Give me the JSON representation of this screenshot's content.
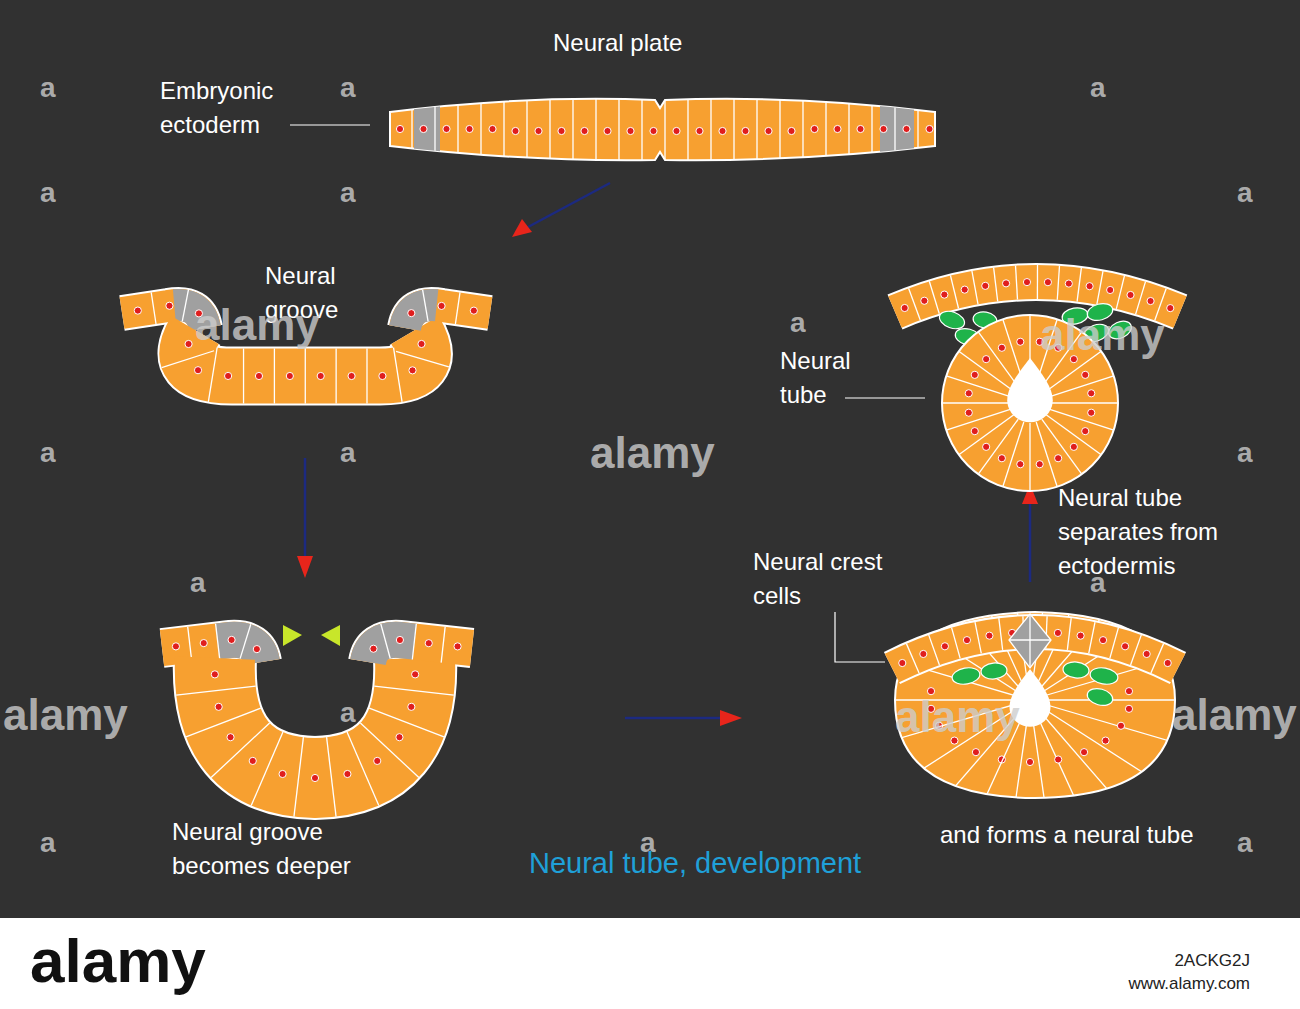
{
  "diagram": {
    "title": "Neural tube, development",
    "labels": [
      "Neural plate",
      "Embryonic ectoderm",
      "Neural groove",
      "Neural tube",
      "Neural tube separates from ectodermis",
      "Neural crest cells",
      "Neural groove becomes deeper",
      "and forms a neural tube",
      "alamy",
      "alamy",
      "alamy",
      "alamy",
      "alamy",
      "alamy",
      "a",
      "a",
      "a",
      "a",
      "a",
      "a",
      "a",
      "a",
      "a",
      "a",
      "a",
      "a",
      "a",
      "a",
      "a",
      "a",
      "alamy",
      "2ACKG2J",
      "www.alamy.com"
    ]
  }
}
